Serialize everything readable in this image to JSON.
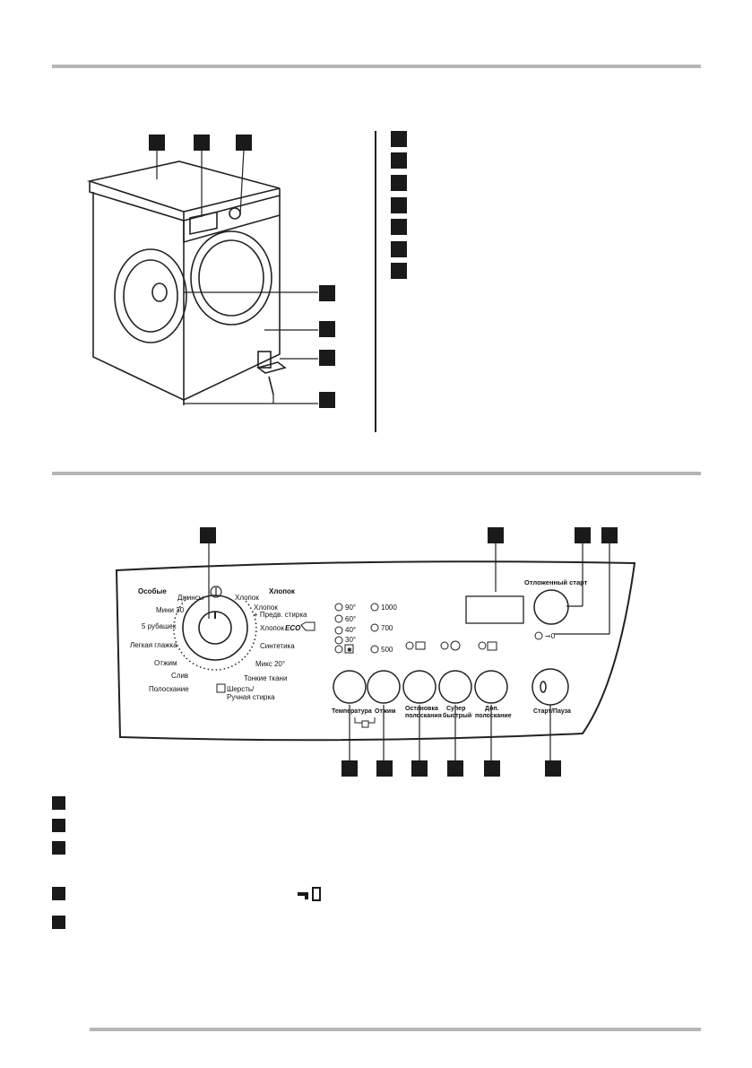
{
  "panel": {
    "group_left": "Особые",
    "group_right": "Хлопок",
    "programs": [
      "Джинсы",
      "Мини 30",
      "5 рубашек",
      "Легкая глажка",
      "Отжим",
      "Слив",
      "Полоскание",
      "Хлопок",
      "Хлопок",
      "+ Предв. стирка",
      "Хлопок",
      "ECO",
      "Синтетика",
      "Микс 20°",
      "Тонкие ткани",
      "Шерсть/",
      "Ручная стирка"
    ],
    "temperatures": [
      "90°",
      "60°",
      "40°",
      "30°"
    ],
    "spin_speeds": [
      "1000",
      "700",
      "500"
    ],
    "delay_start_label": "Отложенный старт",
    "lock_symbol": "⊸0",
    "buttons": [
      "Температура",
      "Отжим",
      "Остановка",
      "полоскания",
      "Супер",
      "быстрый",
      "Доп.",
      "полоскание",
      "Старт/Пауза"
    ]
  },
  "legend_lock_icon": "key-lock-icon",
  "icons": [
    "washing-machine-illustration",
    "program-dial-icon",
    "key-lock-icon",
    "snowflake-icon",
    "rinse-hold-icon",
    "super-quick-icon",
    "extra-rinse-icon"
  ]
}
